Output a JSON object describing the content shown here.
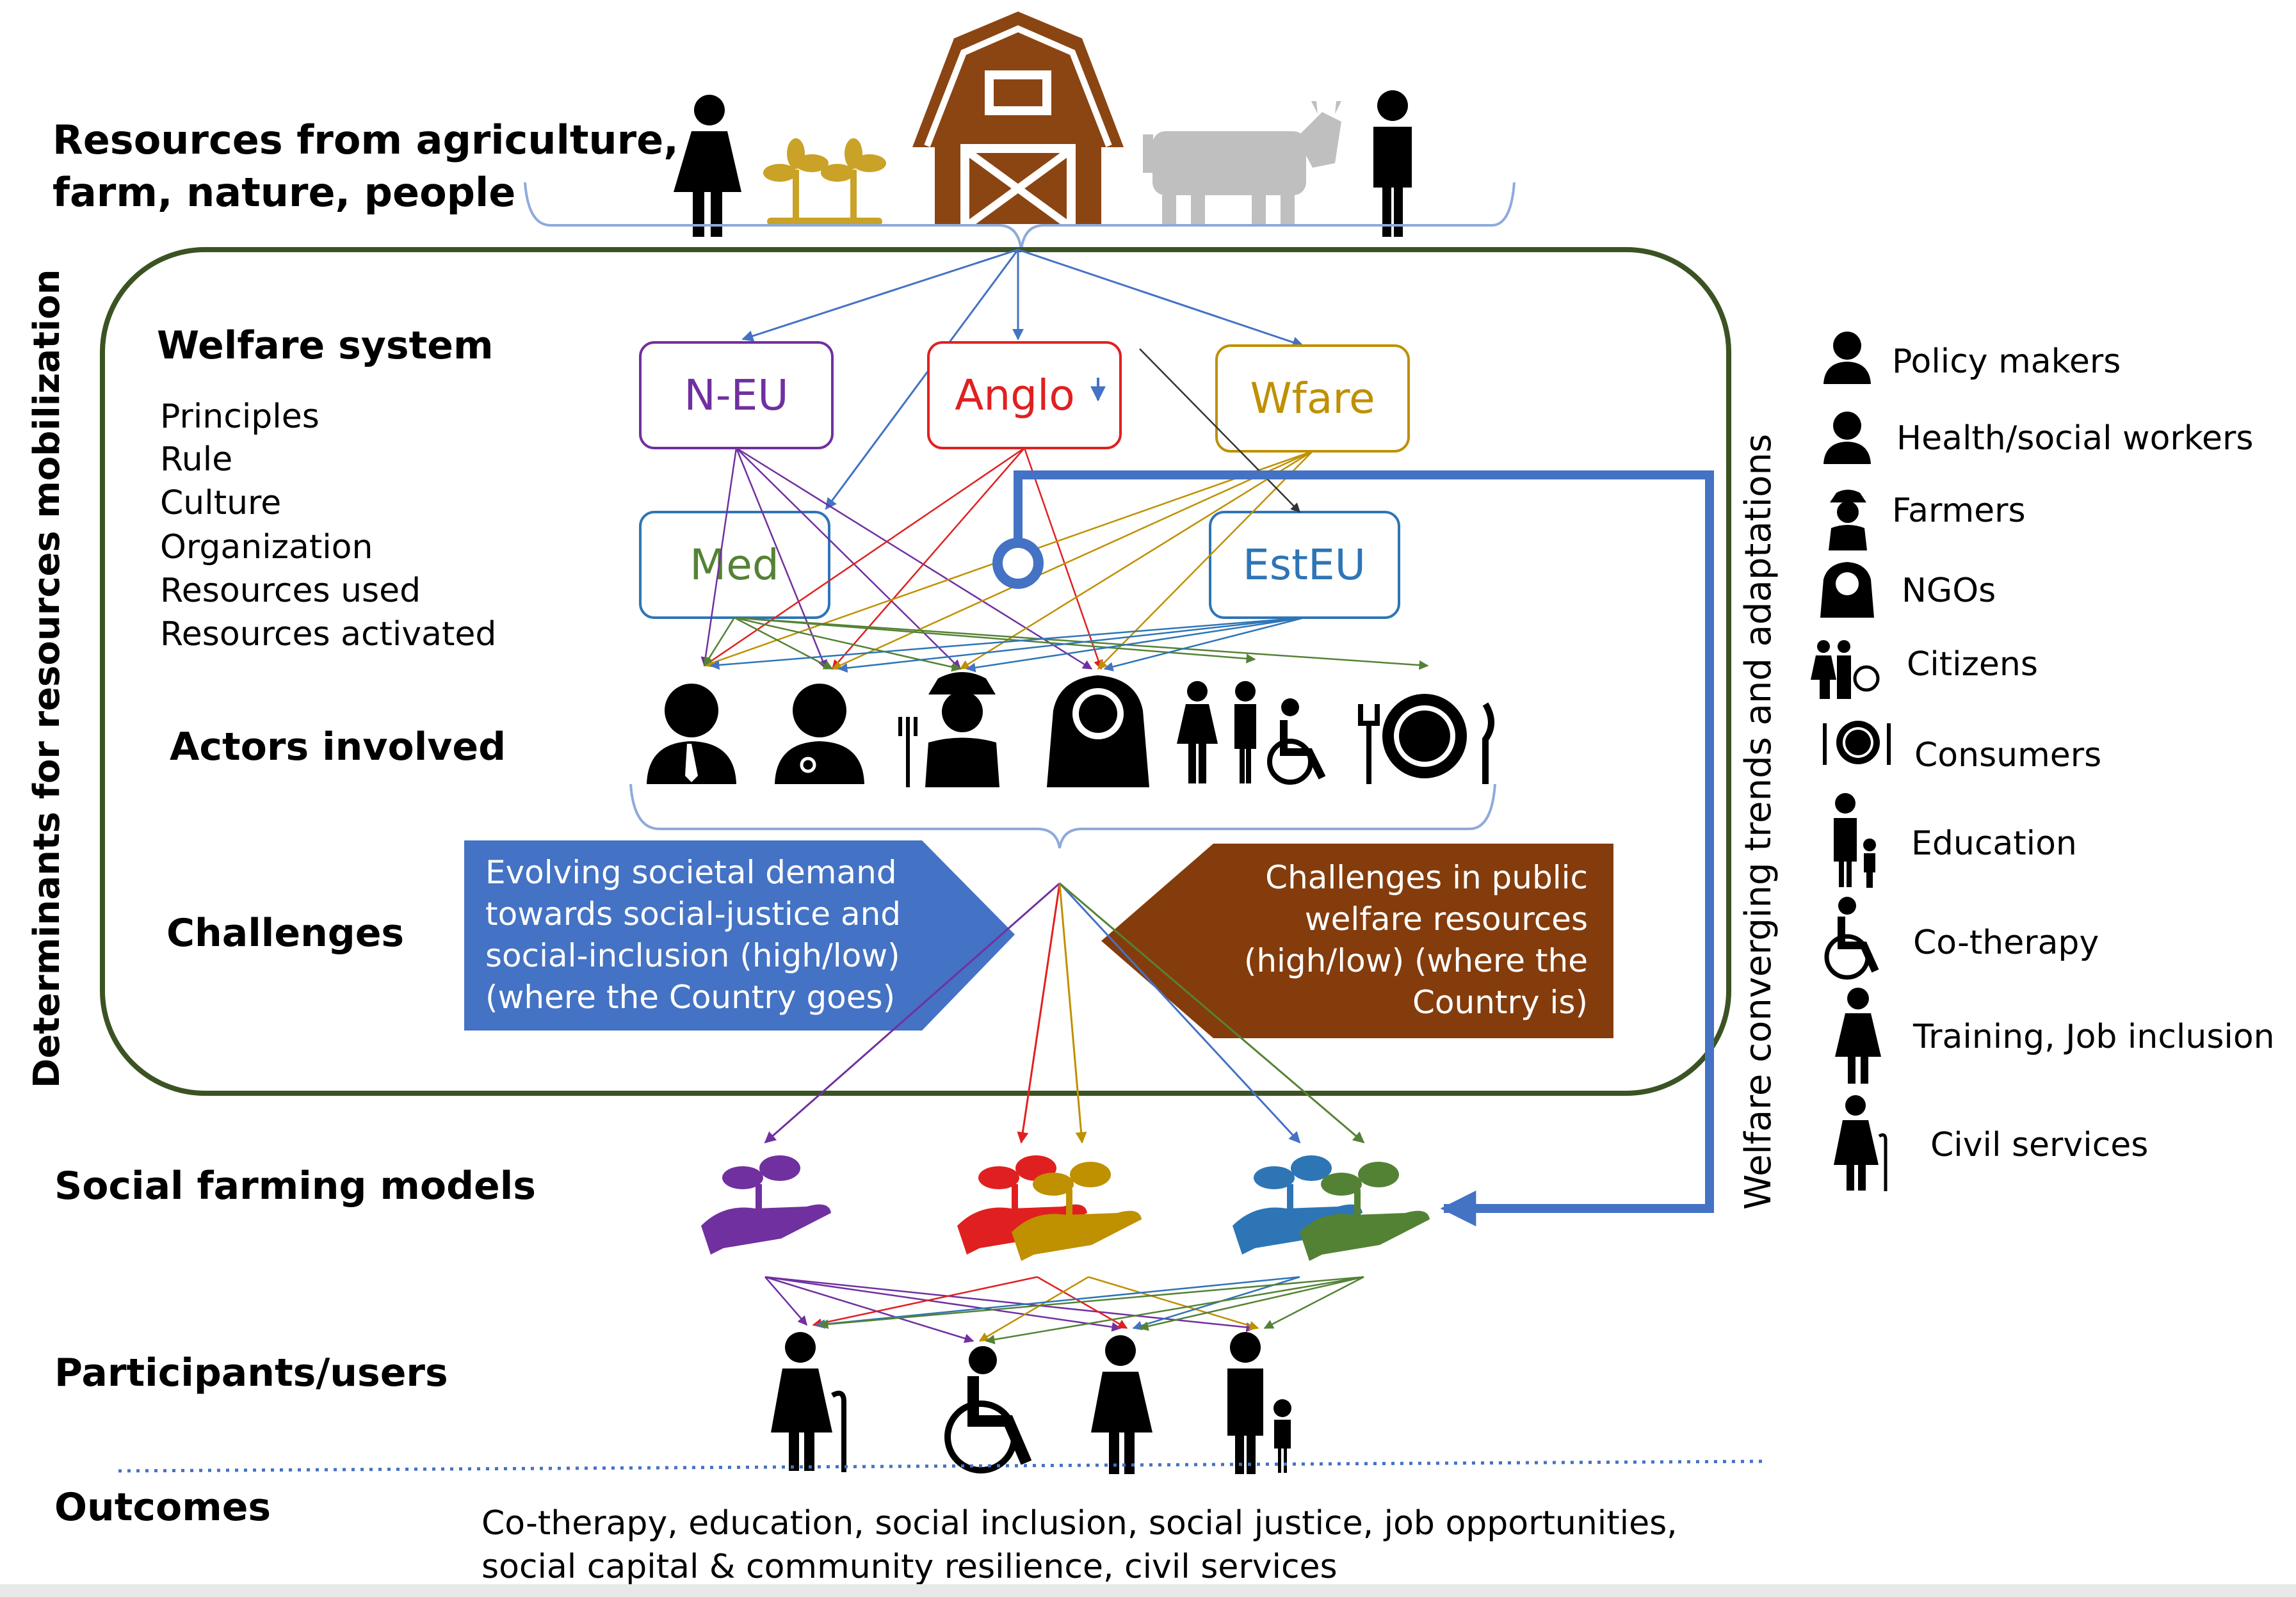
{
  "sections": {
    "resources": "Resources from agriculture,",
    "resources_line2": "farm, nature, people",
    "welfare": "Welfare system",
    "actors": "Actors involved",
    "challenges": "Challenges",
    "models": "Social farming models",
    "participants": "Participants/users",
    "outcomes": "Outcomes"
  },
  "welfare_items": [
    "Principles",
    "Rule",
    "Culture",
    "Organization",
    "Resources used",
    "Resources activated"
  ],
  "welfare_types": [
    {
      "label": "N-EU",
      "color": "#7030a0"
    },
    {
      "label": "Anglo",
      "color": "#e02020"
    },
    {
      "label": "Wfare",
      "color": "#bf9000"
    },
    {
      "label": "Med",
      "color": "#548235"
    },
    {
      "label": "EstEU",
      "color": "#2e75b6"
    }
  ],
  "vertical_left": "Determinants for resources mobilization",
  "vertical_right": "Welfare converging trends and adaptations",
  "challenge_left": [
    "Evolving societal demand",
    "towards social-justice and",
    "social-inclusion (high/low)",
    "(where the Country goes)"
  ],
  "challenge_right": [
    "Challenges in public",
    "welfare resources",
    "(high/low)  (where the",
    "Country is)"
  ],
  "legend": [
    "Policy makers",
    "Health/social workers",
    "Farmers",
    "NGOs",
    "Citizens",
    "Consumers",
    "Education",
    "Co-therapy",
    "Training, Job inclusion",
    "Civil services"
  ],
  "outcomes_text": [
    "Co-therapy, education, social inclusion, social justice, job opportunities,",
    "social capital & community resilience, civil services"
  ],
  "icons": {
    "resources": [
      "woman-icon",
      "plants-icon",
      "barn-icon",
      "cow-icon",
      "man-icon"
    ],
    "actors": [
      "policy-maker-icon",
      "health-worker-icon",
      "farmer-icon",
      "ngo-icon",
      "citizens-icon",
      "consumer-icon"
    ],
    "models": [
      "purple-hand-plant-icon",
      "red-gold-hand-plant-icon",
      "blue-green-hand-plant-icon"
    ],
    "participants": [
      "elderly-woman-icon",
      "wheelchair-icon",
      "woman-icon",
      "parent-child-icon"
    ]
  },
  "colors": {
    "frame": "#3b5323",
    "feedback": "#4472c4",
    "challenge_left_fill": "#4472c4",
    "challenge_right_fill": "#843c0c",
    "barn": "#8b4513",
    "cow": "#bfbfbf",
    "plants": "#c9a227"
  }
}
